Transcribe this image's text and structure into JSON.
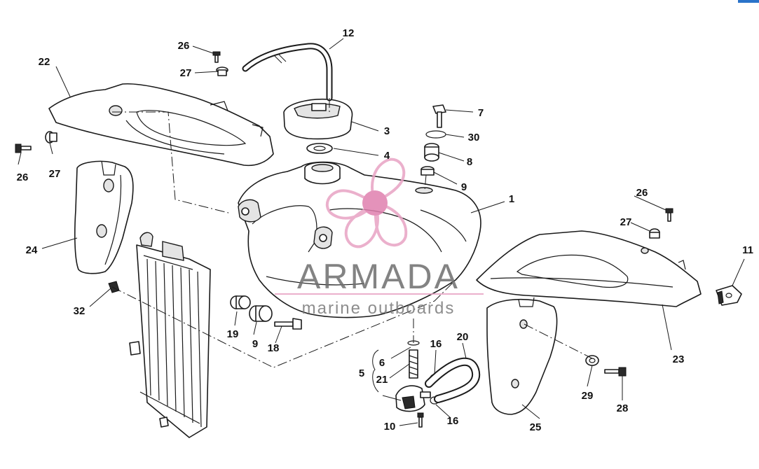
{
  "watermark": {
    "brand": "ARMADA",
    "tagline": "marine outboards",
    "colors": {
      "propeller": "#e8a3c4",
      "propeller_hub": "#e07fae",
      "text": "#6e6e6e",
      "rule": "#e8a3c4"
    }
  },
  "labels": {
    "l1": "1",
    "l3": "3",
    "l4": "4",
    "l5": "5",
    "l6": "6",
    "l7": "7",
    "l8": "8",
    "l9a": "9",
    "l9b": "9",
    "l10": "10",
    "l11": "11",
    "l12": "12",
    "l16a": "16",
    "l16b": "16",
    "l18": "18",
    "l19": "19",
    "l20": "20",
    "l21": "21",
    "l22": "22",
    "l23": "23",
    "l24": "24",
    "l25": "25",
    "l26a": "26",
    "l26b": "26",
    "l26c": "26",
    "l27a": "27",
    "l27b": "27",
    "l27c": "27",
    "l28": "28",
    "l29": "29",
    "l30": "30",
    "l32": "32"
  },
  "colors": {
    "line": "#1a1a1a",
    "label": "#111111",
    "corner_accent": "#2a73c9"
  }
}
